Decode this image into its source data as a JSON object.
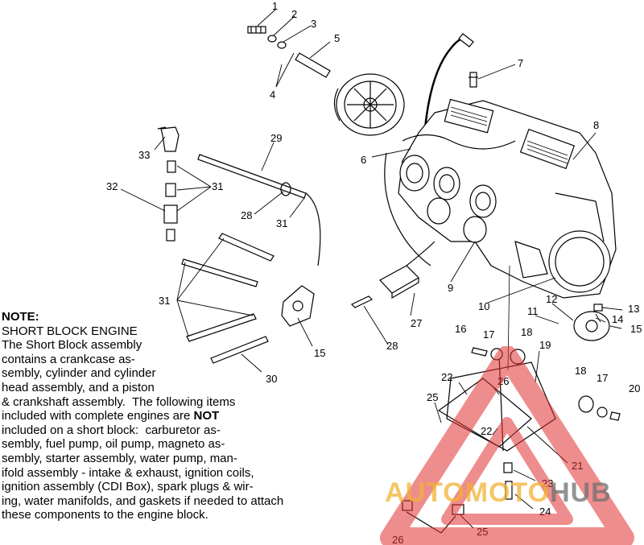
{
  "callouts": {
    "c1": "1",
    "c2": "2",
    "c3": "3",
    "c4": "4",
    "c5": "5",
    "c6": "6",
    "c7": "7",
    "c8": "8",
    "c9": "9",
    "c10": "10",
    "c11": "11",
    "c12": "12",
    "c13": "13",
    "c14": "14",
    "c15a": "15",
    "c15b": "15",
    "c16": "16",
    "c17a": "17",
    "c17b": "17",
    "c18a": "18",
    "c18b": "18",
    "c19": "19",
    "c20": "20",
    "c21": "21",
    "c22a": "22",
    "c22b": "22",
    "c23": "23",
    "c24": "24",
    "c25a": "25",
    "c25b": "25",
    "c26a": "26",
    "c26b": "26",
    "c27": "27",
    "c28a": "28",
    "c28b": "28",
    "c29": "29",
    "c30": "30",
    "c31a": "31",
    "c31b": "31",
    "c31c": "31",
    "c32": "32",
    "c33": "33"
  },
  "note": {
    "title": "NOTE:",
    "line1": "SHORT BLOCK ENGINE",
    "line2": "The Short Block assembly",
    "line3": "contains a crankcase as-",
    "line4": "sembly, cylinder and cylinder",
    "line5": "head assembly, and a piston",
    "line6": "& crankshaft assembly.  The following items",
    "line7a": "included with complete engines are ",
    "line7b": "NOT",
    "line8": "included on a short block:  carburetor as-",
    "line9": "sembly, fuel pump, oil pump, magneto as-",
    "line10": "sembly, starter assembly, water pump, man-",
    "line11": "ifold assembly - intake & exhaust, ignition coils,",
    "line12": "ignition assembly (CDI Box), spark plugs & wir-",
    "line13": "ing, water manifolds, and gaskets if needed to attach",
    "line14": "these components to the engine block."
  },
  "watermark": {
    "part1": "AUTOMOTO",
    "part2": "HUB",
    "accent_color": "#f2b233",
    "triangle_color": "#e03030",
    "grey_color": "#707070"
  }
}
